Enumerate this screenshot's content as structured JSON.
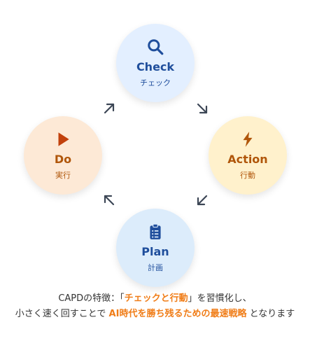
{
  "nodes": {
    "check": {
      "title": "Check",
      "subtitle": "チェック",
      "icon": "magnifier-icon"
    },
    "action": {
      "title": "Action",
      "subtitle": "行動",
      "icon": "lightning-icon"
    },
    "plan": {
      "title": "Plan",
      "subtitle": "計画",
      "icon": "clipboard-icon"
    },
    "do": {
      "title": "Do",
      "subtitle": "実行",
      "icon": "play-icon"
    }
  },
  "colors": {
    "blue_text": "#1f4e9c",
    "orange_text": "#b0560a",
    "highlight": "#f07d18",
    "arrow": "#3c4655"
  },
  "caption": {
    "part1": "CAPDの特徴：「",
    "highlight1": "チェックと行動",
    "part2": "」を習慣化し、",
    "part3": "小さく速く回すことで",
    "highlight2": "AI時代を勝ち残るための最速戦略",
    "part4": "となります"
  }
}
